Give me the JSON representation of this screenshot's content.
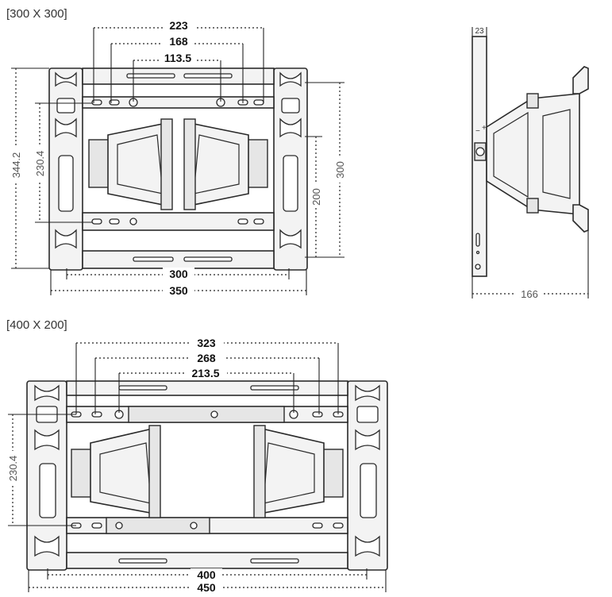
{
  "diagram1": {
    "header": "[300 X 300]",
    "dims": {
      "top_outer": "223",
      "top_mid": "168",
      "top_inner": "113.5",
      "left_outer": "344.2",
      "left_inner": "230.4",
      "right_inner": "200",
      "right_outer": "300",
      "bottom_inner": "300",
      "bottom_outer": "350"
    }
  },
  "side_view": {
    "depth_top": "23",
    "depth_bottom": "166",
    "tilt_minus": "−",
    "tilt_plus": "+"
  },
  "diagram2": {
    "header": "[400 X 200]",
    "dims": {
      "top_outer": "323",
      "top_mid": "268",
      "top_inner": "213.5",
      "left_inner": "230.4",
      "bottom_inner": "400",
      "bottom_outer": "450"
    }
  }
}
